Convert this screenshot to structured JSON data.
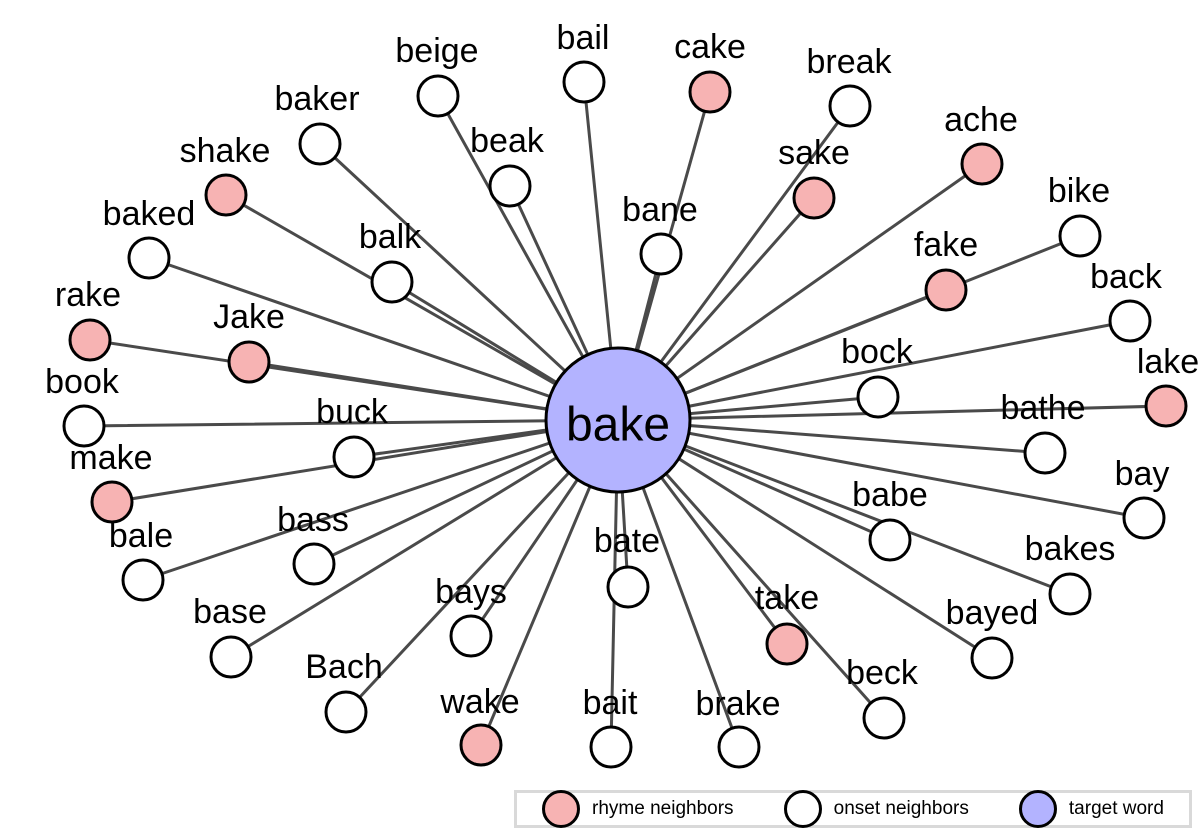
{
  "colors": {
    "rhyme": "#f7b3b3",
    "onset": "#ffffff",
    "target": "#b3b3ff"
  },
  "target": {
    "label": "bake",
    "category": "target"
  },
  "nodes": [
    {
      "label": "beige",
      "category": "onset"
    },
    {
      "label": "bail",
      "category": "onset"
    },
    {
      "label": "cake",
      "category": "rhyme"
    },
    {
      "label": "break",
      "category": "onset"
    },
    {
      "label": "baker",
      "category": "onset"
    },
    {
      "label": "beak",
      "category": "onset"
    },
    {
      "label": "ache",
      "category": "rhyme"
    },
    {
      "label": "sake",
      "category": "rhyme"
    },
    {
      "label": "shake",
      "category": "rhyme"
    },
    {
      "label": "bane",
      "category": "onset"
    },
    {
      "label": "bike",
      "category": "onset"
    },
    {
      "label": "baked",
      "category": "onset"
    },
    {
      "label": "balk",
      "category": "onset"
    },
    {
      "label": "fake",
      "category": "rhyme"
    },
    {
      "label": "rake",
      "category": "rhyme"
    },
    {
      "label": "back",
      "category": "onset"
    },
    {
      "label": "Jake",
      "category": "rhyme"
    },
    {
      "label": "bock",
      "category": "onset"
    },
    {
      "label": "lake",
      "category": "rhyme"
    },
    {
      "label": "book",
      "category": "onset"
    },
    {
      "label": "bathe",
      "category": "onset"
    },
    {
      "label": "buck",
      "category": "onset"
    },
    {
      "label": "make",
      "category": "rhyme"
    },
    {
      "label": "bay",
      "category": "onset"
    },
    {
      "label": "babe",
      "category": "onset"
    },
    {
      "label": "bale",
      "category": "onset"
    },
    {
      "label": "bass",
      "category": "onset"
    },
    {
      "label": "bate",
      "category": "onset"
    },
    {
      "label": "bakes",
      "category": "onset"
    },
    {
      "label": "bays",
      "category": "onset"
    },
    {
      "label": "base",
      "category": "onset"
    },
    {
      "label": "take",
      "category": "rhyme"
    },
    {
      "label": "bayed",
      "category": "onset"
    },
    {
      "label": "Bach",
      "category": "onset"
    },
    {
      "label": "beck",
      "category": "onset"
    },
    {
      "label": "wake",
      "category": "rhyme"
    },
    {
      "label": "bait",
      "category": "onset"
    },
    {
      "label": "brake",
      "category": "onset"
    }
  ],
  "legend": [
    {
      "label": "rhyme neighbors",
      "category": "rhyme"
    },
    {
      "label": "onset neighbors",
      "category": "onset"
    },
    {
      "label": "target word",
      "category": "target"
    }
  ]
}
